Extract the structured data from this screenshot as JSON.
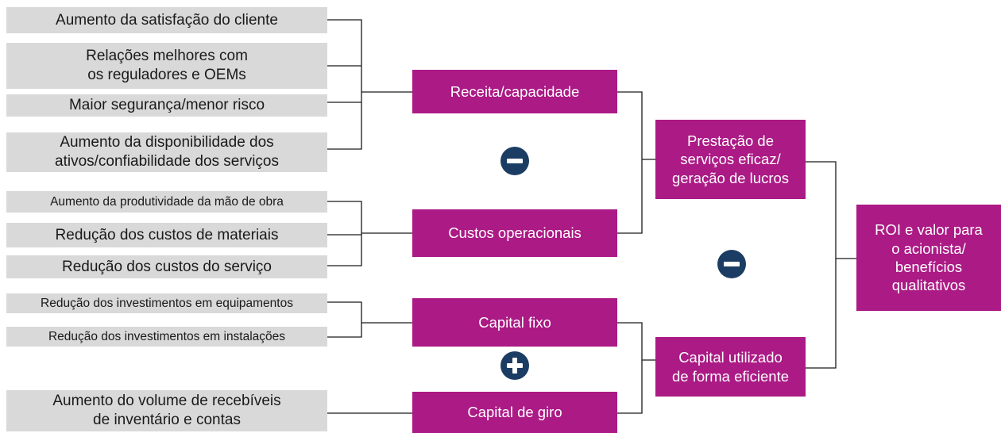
{
  "drivers": {
    "customer_satisfaction": "Aumento da satisfação do cliente",
    "regulators_oems": "Relações melhores com\nos reguladores e OEMs",
    "safety_risk": "Maior segurança/menor risco",
    "asset_availability": "Aumento da disponibilidade dos\nativos/confiabilidade dos serviços",
    "labor_productivity": "Aumento da produtividade da mão de obra",
    "material_costs": "Redução dos custos de materiais",
    "service_costs": "Redução dos custos do serviço",
    "equipment_investment": "Redução dos investimentos em equipamentos",
    "facility_investment": "Redução dos investimentos em instalações",
    "receivables_volume": "Aumento do volume de recebíveis\nde inventário e contas"
  },
  "levers": {
    "revenue": "Receita/capacidade",
    "operating_costs": "Custos operacionais",
    "fixed_capital": "Capital fixo",
    "working_capital": "Capital de giro"
  },
  "outcomes": {
    "profit_generation": "Prestação de\nserviços eficaz/\ngeração de lucros",
    "efficient_capital": "Capital utilizado\nde forma eficiente",
    "roi": "ROI e valor para\no acionista/\nbenefícios\nqualitativos"
  },
  "operators": {
    "minus_1": "minus-icon",
    "minus_2": "minus-icon",
    "plus": "plus-icon"
  },
  "colors": {
    "driver_box": "#d9d9da",
    "lever_box": "#ab1a85",
    "operator_circle": "#1c3d63",
    "connector": "#1a1a1a"
  }
}
